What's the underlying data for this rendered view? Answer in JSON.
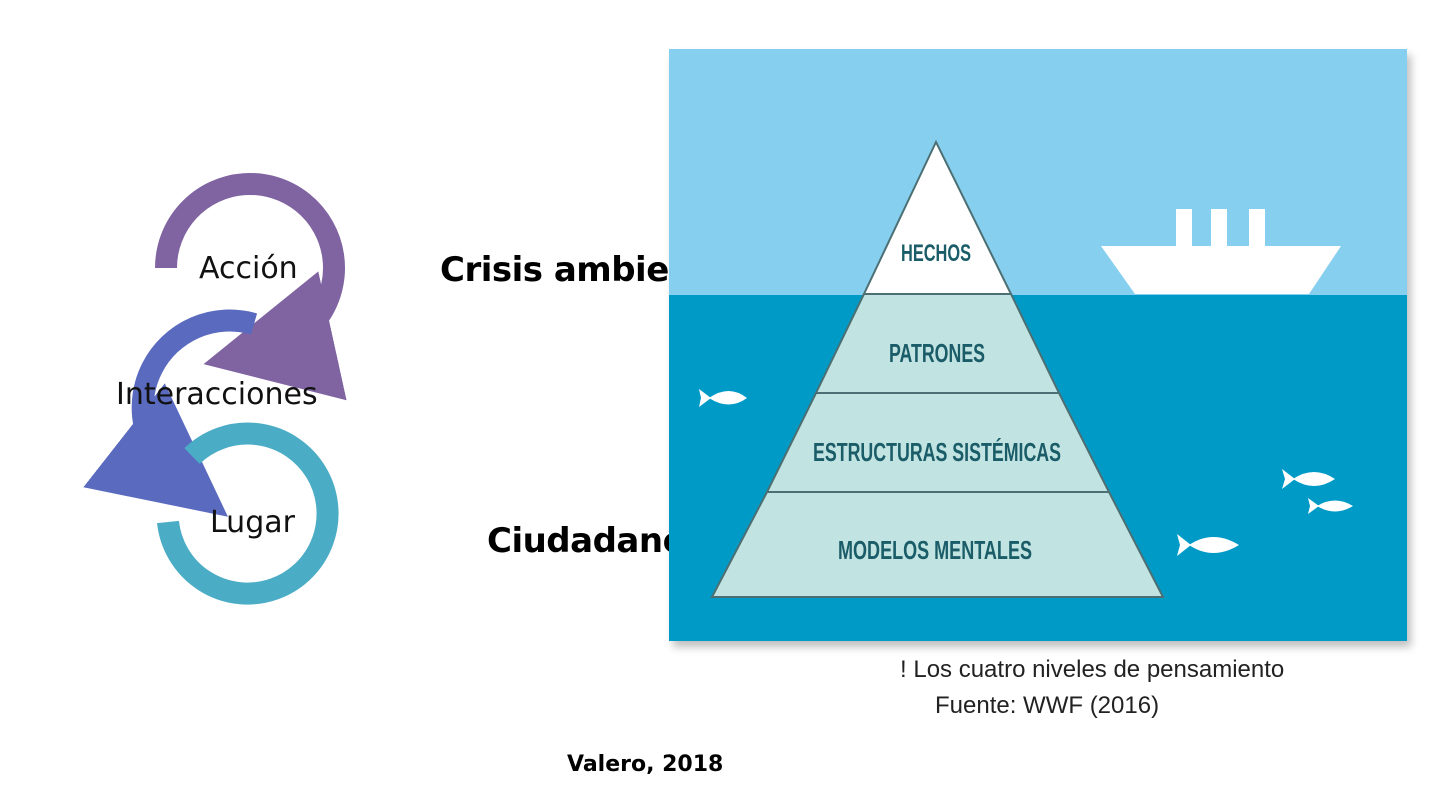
{
  "cycle": {
    "items": [
      {
        "label": "Acción",
        "color": "#8064a2"
      },
      {
        "label": "Interacciones",
        "color": "#5a6abf"
      },
      {
        "label": "Lugar",
        "color": "#4bacc6"
      }
    ]
  },
  "headings": {
    "crisis": "Crisis ambiental",
    "ciudadanos": "Ciudadanos"
  },
  "iceberg": {
    "sky_color": "#87cfee",
    "water_color": "#009ac7",
    "tip_color": "#ffffff",
    "layer_color": "#c1e3e1",
    "levels": [
      "HECHOS",
      "PATRONES",
      "ESTRUCTURAS SISTÉMICAS",
      "MODELOS MENTALES"
    ]
  },
  "caption": {
    "marker": "!",
    "line1": "Los cuatro niveles de pensamiento",
    "line2": "Fuente: WWF (2016)"
  },
  "author": "Valero, 2018"
}
